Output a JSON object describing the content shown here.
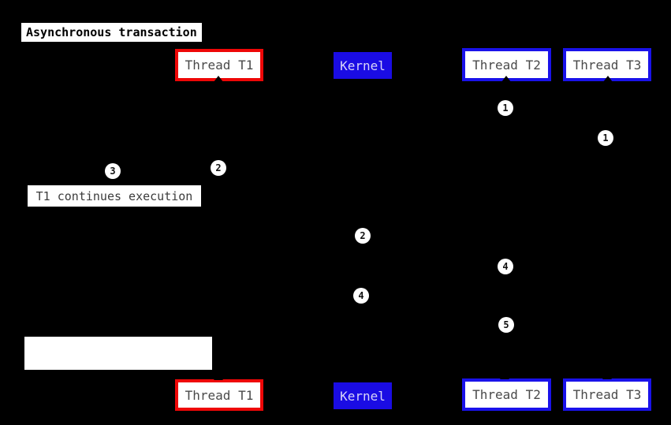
{
  "diagram": {
    "title": "Asynchronous transaction"
  },
  "participants": {
    "top": [
      {
        "label": "Thread T1",
        "variant": "red"
      },
      {
        "label": "Kernel",
        "variant": "kernel"
      },
      {
        "label": "Thread T2",
        "variant": "blue"
      },
      {
        "label": "Thread T3",
        "variant": "blue"
      }
    ],
    "bottom": [
      {
        "label": "Thread T1",
        "variant": "red"
      },
      {
        "label": "Kernel",
        "variant": "kernel"
      },
      {
        "label": "Thread T2",
        "variant": "blue"
      },
      {
        "label": "Thread T3",
        "variant": "blue"
      }
    ]
  },
  "notes": [
    {
      "label": "T1 continues execution"
    },
    {
      "label": ""
    }
  ],
  "markers": [
    {
      "label": "1"
    },
    {
      "label": "1"
    },
    {
      "label": "2"
    },
    {
      "label": "3"
    },
    {
      "label": "2"
    },
    {
      "label": "4"
    },
    {
      "label": "4"
    },
    {
      "label": "5"
    }
  ],
  "colors": {
    "background": "#000000",
    "accent_red": "#ee0707",
    "accent_blue": "#1a12ea",
    "kernel_fill": "#1a0ce4",
    "kernel_text": "#d7d4f8",
    "box_fill": "#ffffff",
    "participant_text": "#4a4a4a",
    "note_text": "#3c3c3c",
    "title_text": "#000000",
    "marker_fill": "#ffffff",
    "marker_text": "#111111"
  }
}
